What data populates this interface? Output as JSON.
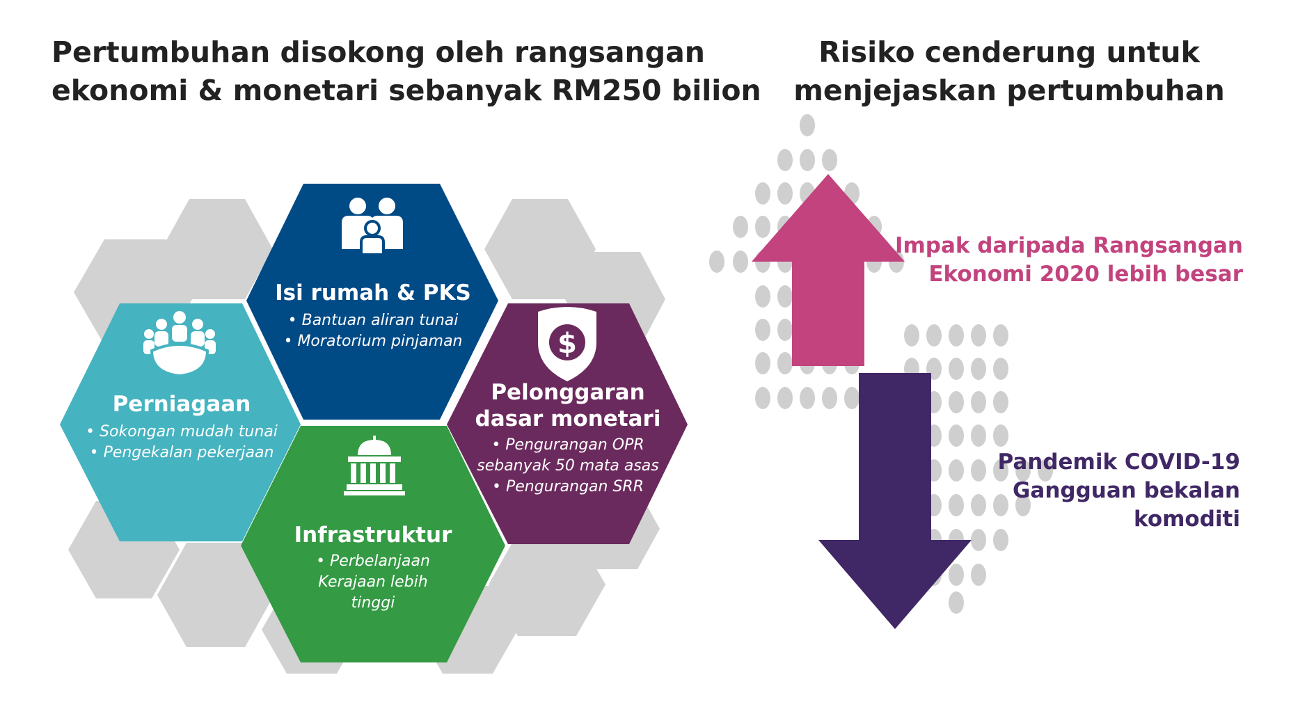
{
  "titles": {
    "left_line1": "Pertumbuhan disokong oleh rangsangan",
    "left_line2": "ekonomi & monetari sebanyak RM250 bilion",
    "right_line1": "Risiko cenderung untuk",
    "right_line2": "menjejaskan pertumbuhan"
  },
  "hexagons": {
    "households": {
      "heading": "Isi rumah & PKS",
      "bullets": [
        "• Bantuan aliran tunai",
        "• Moratorium pinjaman"
      ],
      "color": "#004a86",
      "icon": "family-icon"
    },
    "business": {
      "heading": "Perniagaan",
      "bullets": [
        "• Sokongan mudah tunai",
        "• Pengekalan pekerjaan"
      ],
      "color": "#45b3c0",
      "icon": "business-group-icon"
    },
    "monetary": {
      "heading1": "Pelonggaran",
      "heading2": "dasar monetari",
      "bullets": [
        "• Pengurangan OPR",
        "sebanyak 50 mata asas",
        "• Pengurangan SRR"
      ],
      "color": "#6b2a5d",
      "icon": "shield-dollar-icon"
    },
    "infrastructure": {
      "heading": "Infrastruktur",
      "bullets": [
        "• Perbelanjaan",
        "Kerajaan lebih",
        "tinggi"
      ],
      "color": "#349a44",
      "icon": "government-building-icon"
    }
  },
  "risks": {
    "upside": {
      "line1": "Impak daripada Rangsangan",
      "line2": "Ekonomi 2020 lebih besar",
      "color": "#c2437e"
    },
    "downside": {
      "line1": "Pandemik COVID-19",
      "line2": "Gangguan bekalan",
      "line3": "komoditi",
      "color": "#402765"
    }
  },
  "colors": {
    "grey_hex": "#d2d2d2",
    "dots": "#cfcfcf",
    "title_text": "#222222"
  }
}
